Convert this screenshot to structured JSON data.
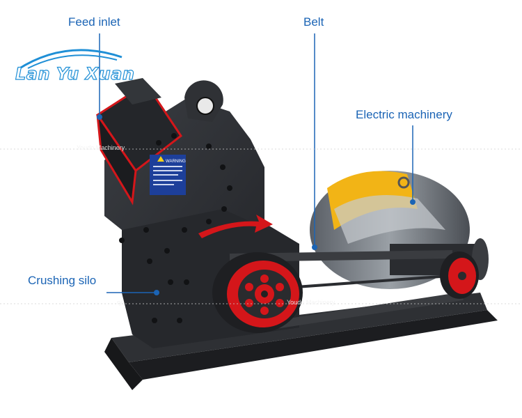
{
  "brand": {
    "name": "Lan Yu Xuan",
    "accent": "#1f8fd6"
  },
  "labels": {
    "feed_inlet": "Feed inlet",
    "belt": "Belt",
    "electric_machinery": "Electric machinery",
    "crushing_silo": "Crushing silo"
  },
  "watermarks": {
    "left": "Youdo Machinery",
    "center": "Youdo Machinery",
    "edge": "ry"
  },
  "warning_sign": {
    "title": "WARNING"
  },
  "colors": {
    "callout": "#1b64b5",
    "machine": "#2b2d31",
    "pulley": "#d4161a",
    "motor_wrap": "#f2b416"
  }
}
